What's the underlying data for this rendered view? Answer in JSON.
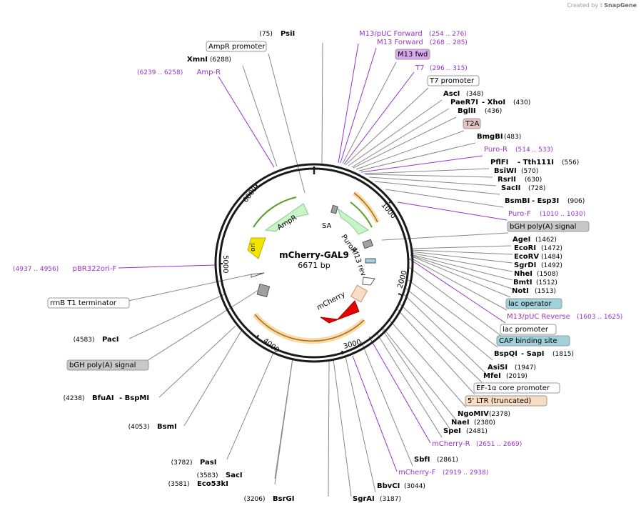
{
  "credit": {
    "prefix": "Created by",
    "brand": "SnapGene"
  },
  "plasmid": {
    "name": "mCherry-GAL9",
    "length_label": "6671 bp",
    "length": 6671
  },
  "colors": {
    "backbone": "#1a1a1a",
    "primer": "#9933cc",
    "site": "#000000",
    "feature_leader": "#888888",
    "ampr_fill": "#c8f5c8",
    "ampr_stroke": "#8ac88a",
    "puror_fill": "#c8f5c8",
    "ori_fill": "#f2e600",
    "mcherry_fill": "#e60000",
    "ltr_fill": "#f9dcc4",
    "arc_outer": "#f7dca8",
    "arc_inner": "#a96b1a",
    "green_arc": "#5aa02c",
    "t2a_fill": "#e6c3c3",
    "m13fwd_fill": "#d9aaf2",
    "lac_fill": "#a0d2dc",
    "polya_fill": "#c8c8c8",
    "box_stroke": "#999999"
  },
  "ticks": [
    "1000",
    "2000",
    "3000",
    "4000",
    "5000",
    "6000"
  ],
  "inner_features": [
    {
      "name": "ampr",
      "label": "AmpR"
    },
    {
      "name": "puror",
      "label": "PuroR"
    },
    {
      "name": "ori",
      "label": "ori"
    },
    {
      "name": "mcherry",
      "label": "mCherry"
    },
    {
      "name": "sa",
      "label": "SA"
    },
    {
      "name": "m13rev",
      "label": "M13 rev"
    }
  ],
  "annotations": [
    {
      "id": "psii",
      "kind": "site",
      "pos": "(75)",
      "name": "PsiI"
    },
    {
      "id": "m13puc-fwd",
      "kind": "primer",
      "name": "M13/pUC Forward",
      "range": "(254 .. 276)"
    },
    {
      "id": "m13-fwd-primer",
      "kind": "primer",
      "name": "M13 Forward",
      "range": "(268 .. 285)"
    },
    {
      "id": "m13fwd-box",
      "kind": "box",
      "name": "M13 fwd"
    },
    {
      "id": "t7-primer",
      "kind": "primer",
      "name": "T7",
      "range": "(296 .. 315)"
    },
    {
      "id": "t7-promoter",
      "kind": "box",
      "name": "T7 promoter"
    },
    {
      "id": "asci",
      "kind": "site",
      "name": "AscI",
      "pos": "(348)"
    },
    {
      "id": "paer7i",
      "kind": "site",
      "name": "PaeR7I",
      "name2": "XhoI",
      "pos": "(430)"
    },
    {
      "id": "bglii",
      "kind": "site",
      "name": "BglII",
      "pos": "(436)"
    },
    {
      "id": "t2a",
      "kind": "box",
      "name": "T2A"
    },
    {
      "id": "bmgbi",
      "kind": "site",
      "name": "BmgBI",
      "pos": "(483)"
    },
    {
      "id": "puro-r",
      "kind": "primer",
      "name": "Puro-R",
      "range": "(514 .. 533)"
    },
    {
      "id": "pflfi",
      "kind": "site",
      "name": "PflFI",
      "name2": "Tth111I",
      "pos": "(556)"
    },
    {
      "id": "bsiwi",
      "kind": "site",
      "name": "BsiWI",
      "pos": "(570)"
    },
    {
      "id": "rsrii",
      "kind": "site",
      "name": "RsrII",
      "pos": "(630)"
    },
    {
      "id": "sacii",
      "kind": "site",
      "name": "SacII",
      "pos": "(728)"
    },
    {
      "id": "bsmbi",
      "kind": "site",
      "name": "BsmBI",
      "name2": "Esp3I",
      "pos": "(906)"
    },
    {
      "id": "puro-f",
      "kind": "primer",
      "name": "Puro-F",
      "range": "(1010 .. 1030)"
    },
    {
      "id": "bgh-right",
      "kind": "box",
      "name": "bGH poly(A) signal"
    },
    {
      "id": "agei",
      "kind": "site",
      "name": "AgeI",
      "pos": "(1462)"
    },
    {
      "id": "ecori",
      "kind": "site",
      "name": "EcoRI",
      "pos": "(1472)"
    },
    {
      "id": "ecorv",
      "kind": "site",
      "name": "EcoRV",
      "pos": "(1484)"
    },
    {
      "id": "sgrdi",
      "kind": "site",
      "name": "SgrDI",
      "pos": "(1492)"
    },
    {
      "id": "nhei",
      "kind": "site",
      "name": "NheI",
      "pos": "(1508)"
    },
    {
      "id": "bmti",
      "kind": "site",
      "name": "BmtI",
      "pos": "(1512)"
    },
    {
      "id": "noti",
      "kind": "site",
      "name": "NotI",
      "pos": "(1513)"
    },
    {
      "id": "lac-operator",
      "kind": "box",
      "name": "lac operator"
    },
    {
      "id": "m13puc-rev",
      "kind": "primer",
      "name": "M13/pUC Reverse",
      "range": "(1603 .. 1625)"
    },
    {
      "id": "lac-promoter",
      "kind": "box",
      "name": "lac promoter"
    },
    {
      "id": "cap-site",
      "kind": "box",
      "name": "CAP binding site"
    },
    {
      "id": "bspqi",
      "kind": "site",
      "name": "BspQI",
      "name2": "SapI",
      "pos": "(1815)"
    },
    {
      "id": "asisi",
      "kind": "site",
      "name": "AsiSI",
      "pos": "(1947)"
    },
    {
      "id": "mfei",
      "kind": "site",
      "name": "MfeI",
      "pos": "(2019)"
    },
    {
      "id": "ef1a",
      "kind": "box",
      "name": "EF-1α core promoter"
    },
    {
      "id": "ltr",
      "kind": "box",
      "name": "5' LTR (truncated)"
    },
    {
      "id": "ngomiv",
      "kind": "site",
      "name": "NgoMIV",
      "pos": "(2378)"
    },
    {
      "id": "naei",
      "kind": "site",
      "name": "NaeI",
      "pos": "(2380)"
    },
    {
      "id": "spei",
      "kind": "site",
      "name": "SpeI",
      "pos": "(2481)"
    },
    {
      "id": "mcherry-r",
      "kind": "primer",
      "name": "mCherry-R",
      "range": "(2651 .. 2669)"
    },
    {
      "id": "sbfi",
      "kind": "site",
      "name": "SbfI",
      "pos": "(2861)"
    },
    {
      "id": "mcherry-f",
      "kind": "primer",
      "name": "mCherry-F",
      "range": "(2919 .. 2938)"
    },
    {
      "id": "bbvci",
      "kind": "site",
      "name": "BbvCI",
      "pos": "(3044)"
    },
    {
      "id": "sgrai",
      "kind": "site",
      "name": "SgrAI",
      "pos": "(3187)"
    },
    {
      "id": "bsrgi",
      "kind": "site",
      "pos": "(3206)",
      "name": "BsrGI"
    },
    {
      "id": "sac",
      "kind": "site",
      "pos": "(3583)",
      "name": "SacI"
    },
    {
      "id": "eco53",
      "kind": "site",
      "pos": "(3581)",
      "name": "Eco53kI"
    },
    {
      "id": "pasi",
      "kind": "site",
      "pos": "(3782)",
      "name": "PasI"
    },
    {
      "id": "bsmi",
      "kind": "site",
      "pos": "(4053)",
      "name": "BsmI"
    },
    {
      "id": "bfuai",
      "kind": "site",
      "pos": "(4238)",
      "name": "BfuAI",
      "name2": "BspMI"
    },
    {
      "id": "bgh-left",
      "kind": "box",
      "name": "bGH poly(A) signal"
    },
    {
      "id": "paci",
      "kind": "site",
      "pos": "(4583)",
      "name": "PacI"
    },
    {
      "id": "rrnb",
      "kind": "box",
      "name": "rrnB T1 terminator"
    },
    {
      "id": "pbr-primer",
      "kind": "primer",
      "range": "(4937 .. 4956)",
      "name": "pBR322ori-F"
    },
    {
      "id": "amp-r",
      "kind": "primer",
      "range": "(6239 .. 6258)",
      "name": "Amp-R"
    },
    {
      "id": "xmni",
      "kind": "site",
      "pos": "(6288)",
      "name": "XmnI"
    },
    {
      "id": "ampr-promoter",
      "kind": "box",
      "name": "AmpR promoter"
    }
  ]
}
